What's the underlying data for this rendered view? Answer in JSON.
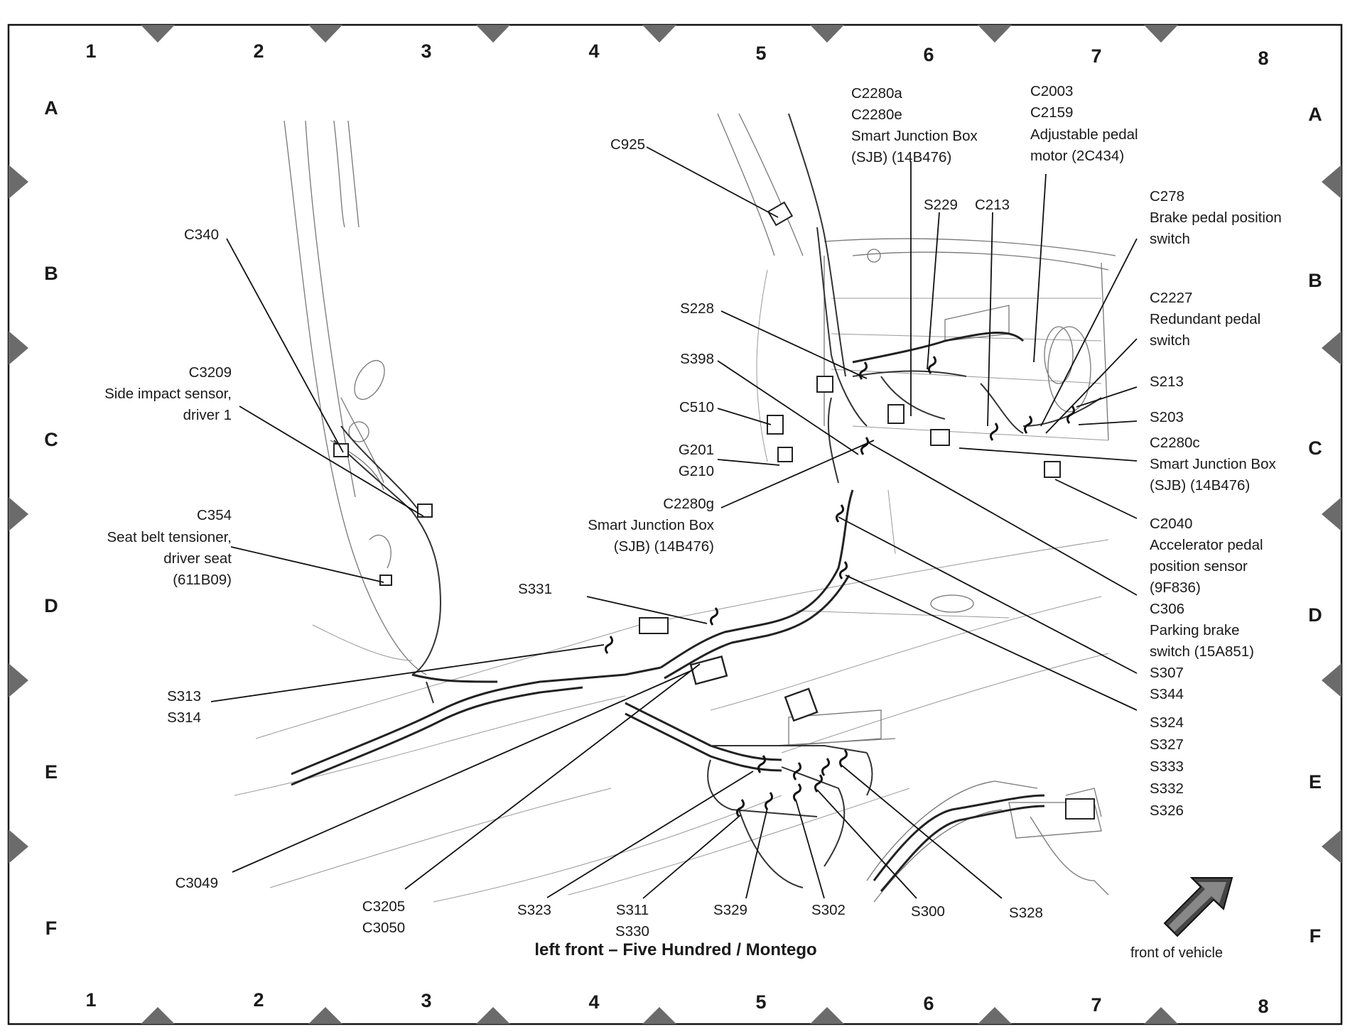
{
  "caption": "left front – Five Hundred / Montego",
  "arrow_label": "front of vehicle",
  "grid": {
    "columns": [
      "1",
      "2",
      "3",
      "4",
      "5",
      "6",
      "7",
      "8"
    ],
    "rows": [
      "A",
      "B",
      "C",
      "D",
      "E",
      "F"
    ]
  },
  "labels": {
    "c2280a": "C2280a",
    "c2280e": "C2280e",
    "sjb_top_1": "Smart Junction Box",
    "sjb_top_2": "(SJB) (14B476)",
    "c2003": "C2003",
    "c2159": "C2159",
    "pedal_motor_1": "Adjustable pedal",
    "pedal_motor_2": "motor (2C434)",
    "c925": "C925",
    "c340": "C340",
    "s229": "S229",
    "c213": "C213",
    "c278": "C278",
    "bpp_1": "Brake pedal position",
    "bpp_2": "switch",
    "c2227": "C2227",
    "rps_1": "Redundant pedal",
    "rps_2": "switch",
    "s228": "S228",
    "s398": "S398",
    "c510": "C510",
    "g201": "G201",
    "g210": "G210",
    "c3209": "C3209",
    "side_impact_1": "Side impact sensor,",
    "side_impact_2": "driver 1",
    "s213": "S213",
    "s203": "S203",
    "c2280c": "C2280c",
    "sjb_right_1": "Smart Junction Box",
    "sjb_right_2": "(SJB) (14B476)",
    "c2280g": "C2280g",
    "sjb_left_1": "Smart Junction Box",
    "sjb_left_2": "(SJB) (14B476)",
    "c354": "C354",
    "belt_1": "Seat belt tensioner,",
    "belt_2": "driver seat",
    "belt_3": "(611B09)",
    "c2040": "C2040",
    "app_1": "Accelerator pedal",
    "app_2": "position sensor",
    "app_3": "(9F836)",
    "c306": "C306",
    "pbs_1": "Parking brake",
    "pbs_2": "switch (15A851)",
    "s331": "S331",
    "s307": "S307",
    "s344": "S344",
    "s313": "S313",
    "s314": "S314",
    "s324": "S324",
    "s327": "S327",
    "s333": "S333",
    "s332": "S332",
    "s326": "S326",
    "c3049": "C3049",
    "c3205": "C3205",
    "c3050": "C3050",
    "s323": "S323",
    "s311": "S311",
    "s330": "S330",
    "s329": "S329",
    "s302": "S302",
    "s300": "S300",
    "s328": "S328"
  }
}
